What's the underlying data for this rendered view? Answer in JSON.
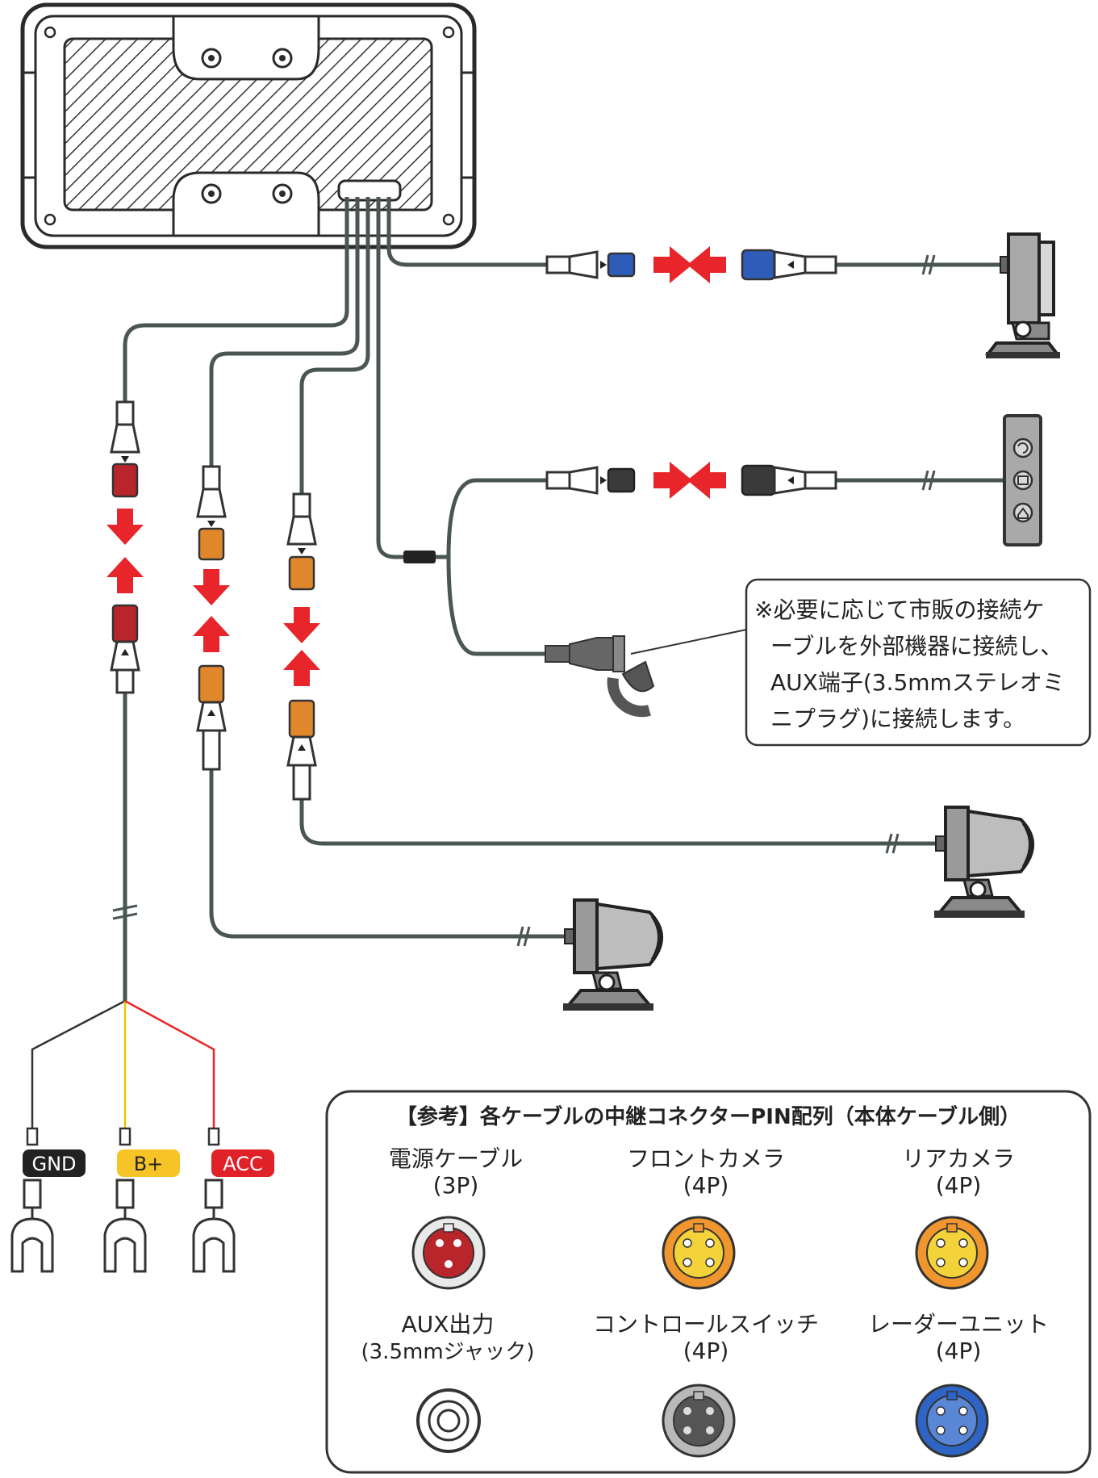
{
  "note": {
    "lines": [
      "※必要に応じて市販の接続ケ",
      "ーブルを外部機器に接続し、",
      "AUX端子(3.5mmステレオミ",
      "ニプラグ)に接続します。"
    ]
  },
  "terminals": {
    "gnd": "GND",
    "bplus": "B+",
    "acc": "ACC"
  },
  "reference": {
    "title": "【参考】各ケーブルの中継コネクターPIN配列（本体ケーブル側）",
    "items": [
      {
        "name": "電源ケーブル",
        "pins": "(3P)",
        "color": "#b8252a",
        "ring": "#e9e9e9"
      },
      {
        "name": "フロントカメラ",
        "pins": "(4P)",
        "color": "#f3d23a",
        "ring": "#f0962e"
      },
      {
        "name": "リアカメラ",
        "pins": "(4P)",
        "color": "#f3d23a",
        "ring": "#f0962e"
      },
      {
        "name": "AUX出力",
        "pins": "(3.5mmジャック)",
        "color": "#ffffff",
        "ring": "#ffffff"
      },
      {
        "name": "コントロールスイッチ",
        "pins": "(4P)",
        "color": "#555555",
        "ring": "#b9b9b9"
      },
      {
        "name": "レーダーユニット",
        "pins": "(4P)",
        "color": "#2e64c3",
        "ring": "#2e64c3"
      }
    ]
  },
  "colors": {
    "cable": "#4a5654",
    "arrow": "#e8252a",
    "connector_red": "#b8252a",
    "connector_orange": "#e0872c",
    "connector_blue": "#2e5cb8",
    "connector_black": "#333333"
  }
}
